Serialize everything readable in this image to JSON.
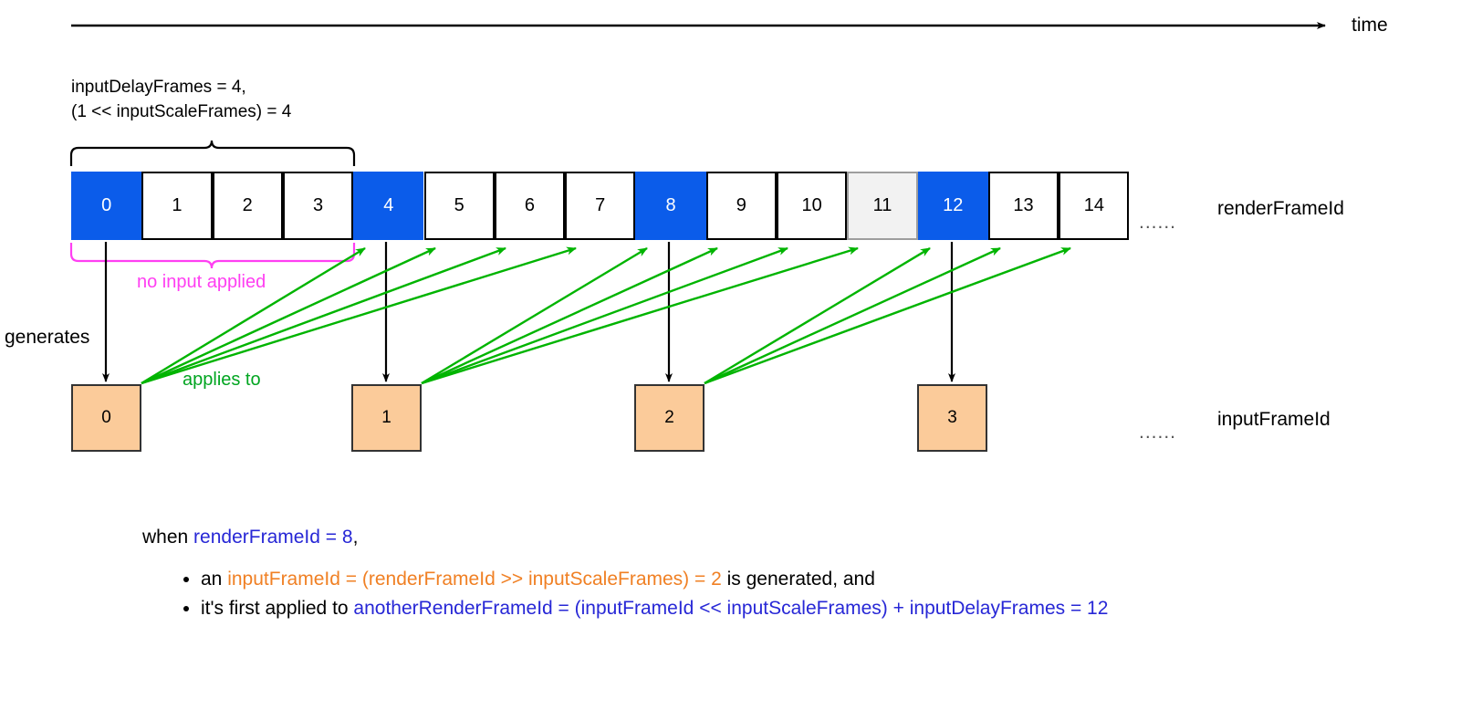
{
  "diagram": {
    "time_axis_label": "time",
    "params_line1": "inputDelayFrames = 4,",
    "params_line2": "(1 << inputScaleFrames) = 4",
    "render_row": {
      "label": "renderFrameId",
      "ellipsis": "......",
      "cells": [
        {
          "id": "0",
          "state": "blue"
        },
        {
          "id": "1",
          "state": "plain"
        },
        {
          "id": "2",
          "state": "plain"
        },
        {
          "id": "3",
          "state": "plain"
        },
        {
          "id": "4",
          "state": "blue"
        },
        {
          "id": "5",
          "state": "plain"
        },
        {
          "id": "6",
          "state": "plain"
        },
        {
          "id": "7",
          "state": "plain"
        },
        {
          "id": "8",
          "state": "blue"
        },
        {
          "id": "9",
          "state": "plain"
        },
        {
          "id": "10",
          "state": "plain"
        },
        {
          "id": "11",
          "state": "gray"
        },
        {
          "id": "12",
          "state": "blue"
        },
        {
          "id": "13",
          "state": "plain"
        },
        {
          "id": "14",
          "state": "plain"
        }
      ]
    },
    "input_row": {
      "label": "inputFrameId",
      "ellipsis": "......",
      "boxes": [
        {
          "id": "0"
        },
        {
          "id": "1"
        },
        {
          "id": "2"
        },
        {
          "id": "3"
        }
      ]
    },
    "annotations": {
      "no_input_applied": "no input applied",
      "generates": "generates",
      "applies_to": "applies to"
    },
    "colors": {
      "highlight_blue": "#0b5cea",
      "input_box_peach": "#fbcb9a",
      "arrow_green": "#00b400",
      "brace_magenta": "#ff3ff2",
      "text_blue": "#2727d6",
      "text_orange": "#f08024",
      "gray_cell": "#f2f2f2"
    }
  },
  "explanation": {
    "when_prefix": "when ",
    "when_expr": "renderFrameId = 8",
    "when_suffix": ",",
    "bullets": [
      {
        "prefix": "an ",
        "expr": "inputFrameId = (renderFrameId >> inputScaleFrames) = 2",
        "expr_color": "orange",
        "suffix": " is generated, and"
      },
      {
        "prefix": "it's first applied to ",
        "expr": "anotherRenderFrameId = (inputFrameId << inputScaleFrames) + inputDelayFrames = 12",
        "expr_color": "blue",
        "suffix": ""
      }
    ]
  }
}
